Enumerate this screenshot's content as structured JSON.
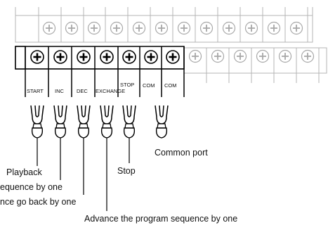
{
  "terminal_labels": {
    "start": "START",
    "inc": "INC",
    "dec": "DEC",
    "exchange": "EXCHANGE",
    "stop": "STOP",
    "com1": "COM",
    "com2": "COM"
  },
  "callouts": {
    "playback": "Playback",
    "advance_one_partial": "equence by one",
    "go_back_partial": "nce go back by one",
    "stop": "Stop",
    "common_port": "Common port",
    "advance_program": "Advance the program sequence by one"
  }
}
